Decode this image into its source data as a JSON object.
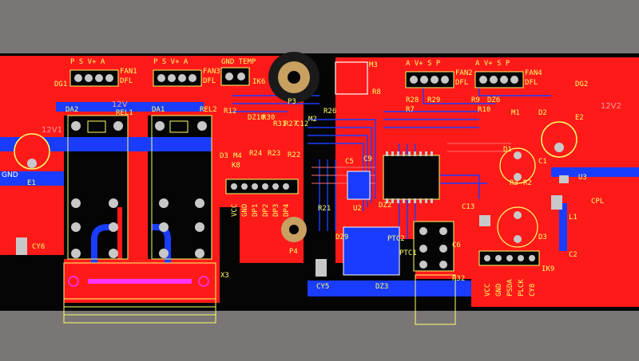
{
  "board": {
    "colors": {
      "background": "#7a7676",
      "board_black": "#050505",
      "top_copper": "#ff1a1a",
      "bottom_copper": "#1a3cff",
      "silkscreen": "#ffff66",
      "keepout": "#ff33ff",
      "pad": "#c8c8c8"
    }
  },
  "labels": {
    "fan1_pins": "P S V+ A",
    "fan1_name": "FAN1",
    "fan1_model": "DFL",
    "fan3_pins": "P S V+ A",
    "fan3_name": "FAN3",
    "fan3_model": "DFL",
    "gnd_temp": "GND TEMP",
    "ik6": "IK6",
    "p3": "P3",
    "m3": "M3",
    "fan2_pins": "A V+ S P",
    "fan2_name": "FAN2",
    "fan2_model": "DFL",
    "fan4_pins": "A V+ S P",
    "fan4_name": "FAN4",
    "fan4_model": "DFL",
    "dg1": "DG1",
    "dg2": "DG2",
    "da2": "DA2",
    "rel1": "REL1",
    "da1": "DA1",
    "rel2": "REL2",
    "v12": "12V",
    "r12": "R12",
    "dz10": "DZ10",
    "r30": "R30",
    "r31": "R31",
    "r27": "R27",
    "c12": "C12",
    "m2": "M2",
    "r26": "R26",
    "r8": "R8",
    "r28": "R28",
    "r29": "R29",
    "r7": "R7",
    "r9": "R9",
    "dz6": "DZ6",
    "r10": "R10",
    "m1": "M1",
    "d2": "D2",
    "e2": "E2",
    "d1": "D1",
    "c1": "C1",
    "r2": "R2",
    "r3": "R3",
    "u3": "U3",
    "v12_1": "12V1",
    "v12_2": "12V2",
    "e1": "E1",
    "gnd": "GND",
    "cy6": "CY6",
    "d3": "D3",
    "m4": "M4",
    "r24": "R24",
    "r23": "R23",
    "r22": "R22",
    "k8": "K8",
    "c5": "C5",
    "c9": "C9",
    "u2": "U2",
    "r21": "R21",
    "c13": "C13",
    "dz2": "DZ2",
    "dz9": "DZ9",
    "ptc2": "PTC2",
    "ptc1": "PTC1",
    "dz3": "DZ3",
    "r32": "R32",
    "c6": "C6",
    "x3": "X3",
    "cy5": "CY5",
    "p4": "P4",
    "lpins": [
      "VCC",
      "GND",
      "DP1",
      "DP2",
      "DP3",
      "DP4"
    ],
    "rpins": [
      "VCC",
      "GND",
      "PSDA",
      "PLCK",
      "CY8"
    ],
    "dd3": "D3",
    "ik9": "IK9",
    "l1": "L1",
    "c2": "C2",
    "cpl": "CPL"
  }
}
